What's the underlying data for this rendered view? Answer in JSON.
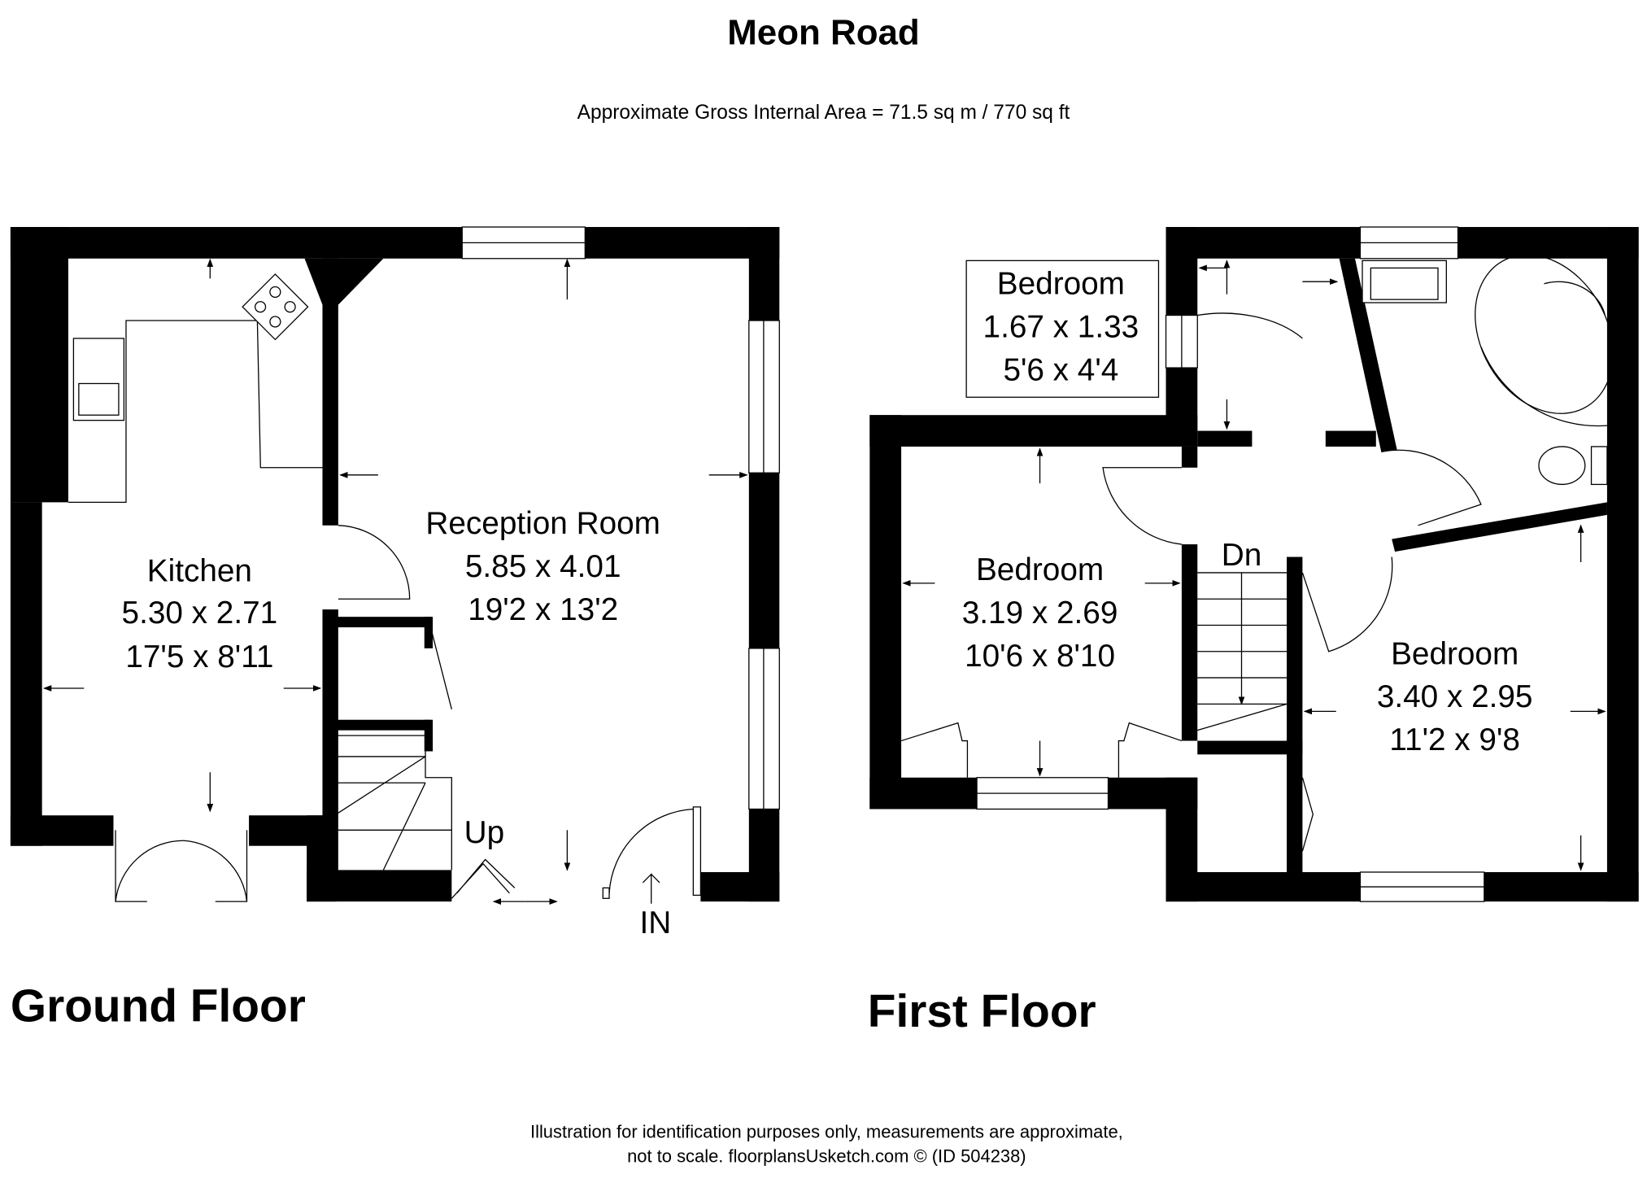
{
  "header": {
    "title": "Meon Road",
    "area": "Approximate Gross Internal Area = 71.5 sq m / 770 sq ft"
  },
  "ground_floor": {
    "label": "Ground Floor",
    "kitchen": {
      "name": "Kitchen",
      "metric": "5.30 x 2.71",
      "imperial": "17'5 x 8'11"
    },
    "reception": {
      "name": "Reception Room",
      "metric": "5.85 x 4.01",
      "imperial": "19'2 x 13'2"
    },
    "stairs_label": "Up",
    "entrance_label": "IN"
  },
  "first_floor": {
    "label": "First Floor",
    "bedroom_small": {
      "name": "Bedroom",
      "metric": "1.67 x 1.33",
      "imperial": "5'6 x 4'4"
    },
    "bedroom_left": {
      "name": "Bedroom",
      "metric": "3.19 x 2.69",
      "imperial": "10'6 x 8'10"
    },
    "bedroom_right": {
      "name": "Bedroom",
      "metric": "3.40 x 2.95",
      "imperial": "11'2 x 9'8"
    },
    "stairs_label": "Dn"
  },
  "footer": {
    "line1": "Illustration for identification purposes only, measurements are approximate,",
    "line2": "not to scale. floorplansUsketch.com © (ID 504238)"
  }
}
